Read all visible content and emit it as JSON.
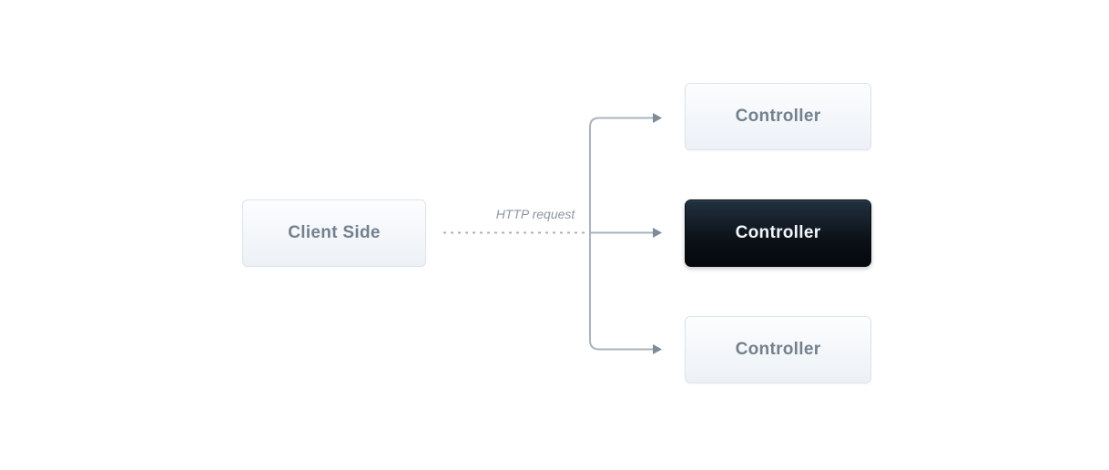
{
  "diagram": {
    "client": {
      "label": "Client Side"
    },
    "edge_label": "HTTP request",
    "controllers": [
      {
        "label": "Controller",
        "variant": "light"
      },
      {
        "label": "Controller",
        "variant": "dark"
      },
      {
        "label": "Controller",
        "variant": "light"
      }
    ],
    "colors": {
      "canvas_bg": "#ffffff",
      "box_light_bg_top": "#fcfdfe",
      "box_light_bg_bottom": "#edf1f6",
      "box_light_border": "#dde4ec",
      "box_light_text": "#73808d",
      "box_dark_bg_top": "#223140",
      "box_dark_bg_bottom": "#05080c",
      "box_dark_text": "#f2f6f9",
      "line": "#aab3bd",
      "arrow_head": "#7e8b98",
      "edge_label_text": "#8d97a3"
    }
  }
}
